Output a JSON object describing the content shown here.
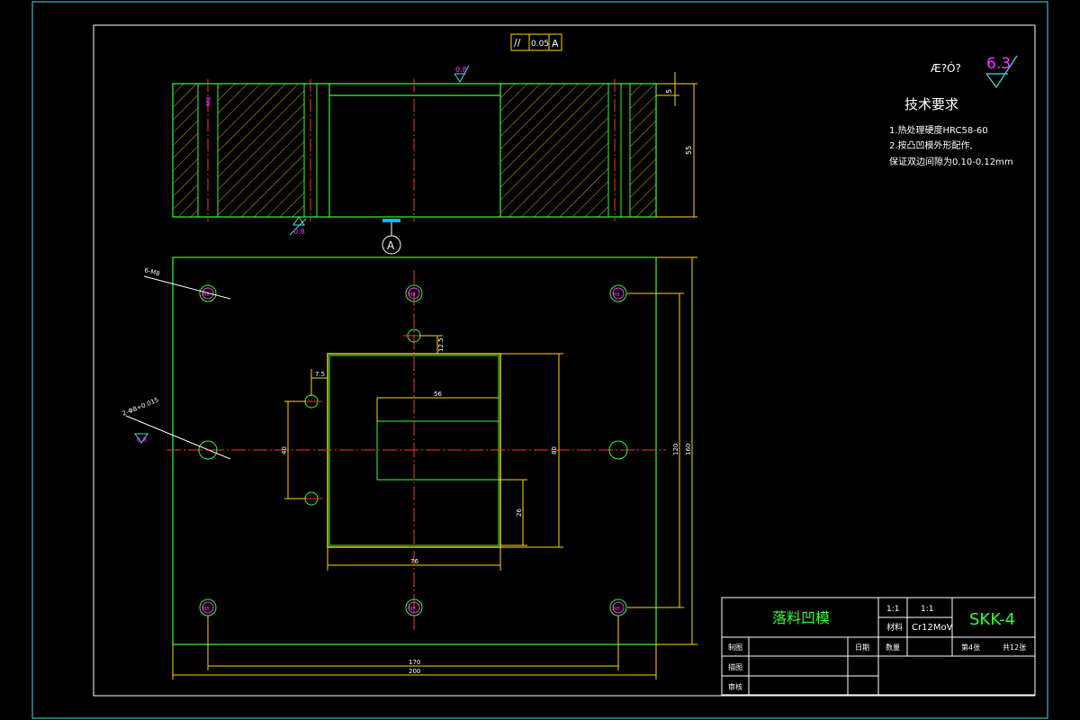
{
  "colors": {
    "background": "#000000",
    "frame": "#44e0e0",
    "border": "#ffffff",
    "outline": "#33ff33",
    "dimension": "#ffd700",
    "center_line": "#ff3333",
    "hatch": "#ffd700",
    "label": "#ff33ff",
    "datum_marker": "#00bfff"
  },
  "icons": [
    "surface-roughness-symbol",
    "datum-circle-symbol",
    "parallelism-symbol"
  ],
  "tolerance_frame": {
    "symbol": "//",
    "value": "0.05",
    "datum": "A"
  },
  "roughness": {
    "corner_label": "Æ?Ó?",
    "corner_value": "6.3",
    "top_surface": "0.8",
    "bottom_surface": "0.8",
    "hole_leader": "0.8"
  },
  "datum": {
    "letter": "A"
  },
  "section_view": {
    "hole_label": "M8",
    "dim_top": "5",
    "dim_height": "55"
  },
  "plan_view": {
    "leader_threads": "6-M8",
    "leader_pins": "2-Φ8+0.015",
    "hole_label": "M8",
    "dim_offset_top": "12.5",
    "dim_offset_left": "7.5",
    "dim_slot_width": "56",
    "dim_pin_spacing": "40",
    "dim_cavity_height": "80",
    "dim_slot_depth": "26",
    "dim_cavity_width": "76",
    "dim_hole_spacing_x": "170",
    "dim_overall_width": "200",
    "dim_hole_spacing_y": "120",
    "dim_overall_height": "160"
  },
  "tech_requirements": {
    "title": "技术要求",
    "lines": [
      "1.热处理硬度HRC58-60",
      "2.按凸凹模外形配作,",
      "保证双边间隙为0.10-0.12mm"
    ]
  },
  "title_block": {
    "part_name": "落料凹模",
    "drawing_no": "SKK-4",
    "scale_1": "1:1",
    "scale_2": "1:1",
    "material_label": "材料",
    "material": "Cr12MoV",
    "row_label_draw": "制图",
    "row_label_check": "描图",
    "row_label_review": "审核",
    "date_label": "日期",
    "qty_label": "数量",
    "sheet": "第4张",
    "total": "共12张"
  }
}
